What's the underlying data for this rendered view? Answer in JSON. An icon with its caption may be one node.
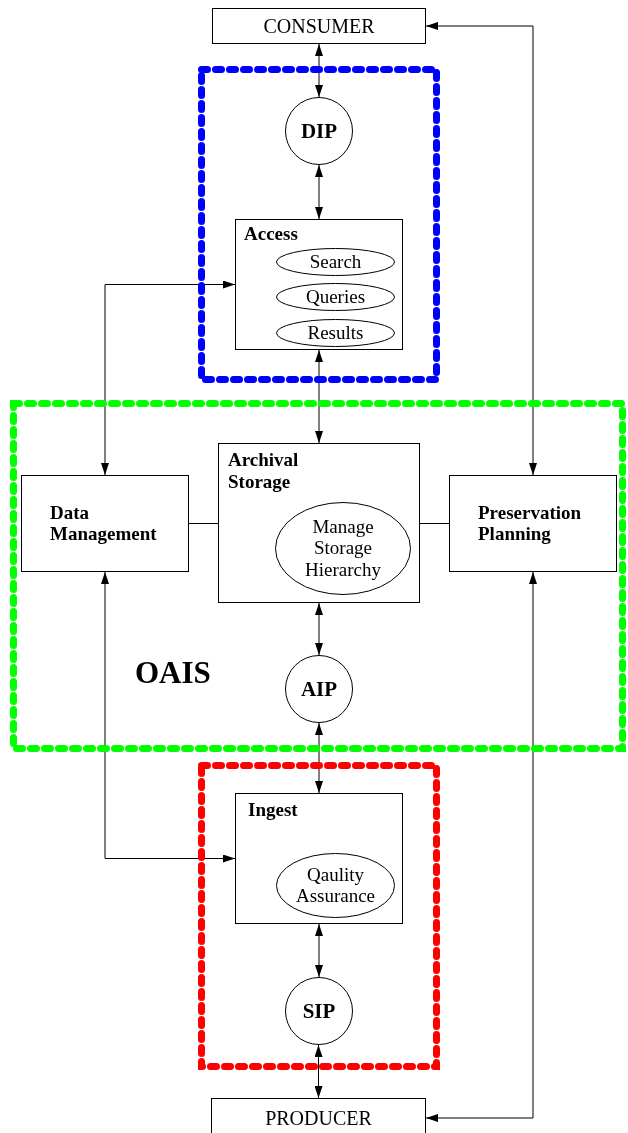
{
  "diagram": {
    "nodes": [
      {
        "text": [
          "CONSUMER"
        ]
      },
      {
        "text": [],
        "shape": "box"
      },
      {
        "text": [
          "DIP"
        ],
        "in": 1
      },
      {
        "text": [
          "Access"
        ],
        "in": 1
      },
      {
        "text": [
          "Search"
        ],
        "in": 3
      },
      {
        "text": [
          "Queries"
        ],
        "in": 3
      },
      {
        "text": [
          "Results"
        ],
        "in": 3
      },
      {
        "text": [
          "OAIS"
        ]
      },
      {
        "text": [
          "Data Management"
        ],
        "in": 7
      },
      {
        "text": [
          "Archival Storage"
        ],
        "in": 7
      },
      {
        "text": [
          "Manage Storage Hierarchy"
        ],
        "in": 9
      },
      {
        "text": [
          "Preservation Planning"
        ],
        "in": 7
      },
      {
        "text": [
          "AIP"
        ],
        "in": 7
      },
      {
        "text": [],
        "shape": "box"
      },
      {
        "text": [
          "Ingest"
        ],
        "in": 13
      },
      {
        "text": [
          "Qaulity Assurance"
        ],
        "in": 14
      },
      {
        "text": [
          "SIP"
        ],
        "in": 13
      },
      {
        "text": [
          "PRODUCER"
        ]
      }
    ],
    "edges": [
      {
        "from": 0,
        "to": 2,
        "arrow": "both"
      },
      {
        "from": 2,
        "to": 3,
        "arrow": "both"
      },
      {
        "from": 3,
        "to": 9,
        "arrow": "both"
      },
      {
        "from": 8,
        "to": 3,
        "arrow": "both"
      },
      {
        "from": 11,
        "to": 0,
        "arrow": "both"
      },
      {
        "from": 8,
        "to": 9,
        "arrow": "none"
      },
      {
        "from": 9,
        "to": 11,
        "arrow": "none"
      },
      {
        "from": 9,
        "to": 12,
        "arrow": "both"
      },
      {
        "from": 12,
        "to": 14,
        "arrow": "both"
      },
      {
        "from": 8,
        "to": 14,
        "arrow": "both"
      },
      {
        "from": 14,
        "to": 16,
        "arrow": "both"
      },
      {
        "from": 16,
        "to": 17,
        "arrow": "both"
      },
      {
        "from": 11,
        "to": 17,
        "arrow": "both"
      }
    ]
  }
}
